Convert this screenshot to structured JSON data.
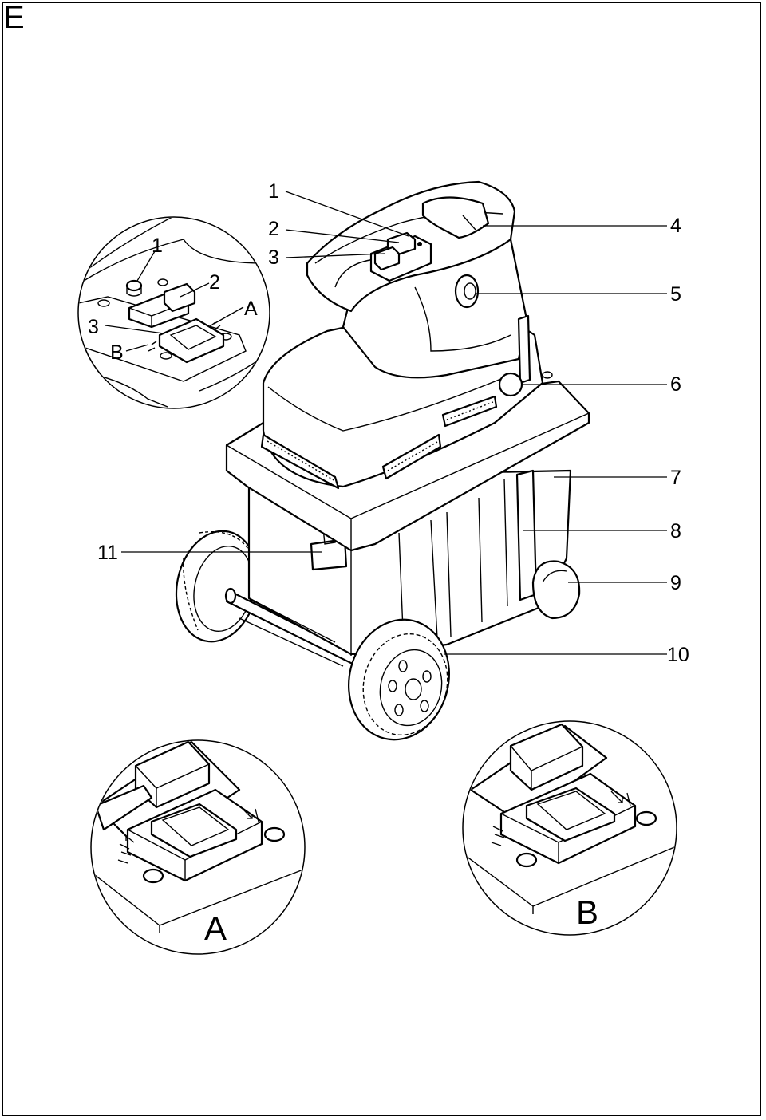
{
  "page": {
    "section_letter": "E"
  },
  "callouts": {
    "c1": "1",
    "c2": "2",
    "c3": "3",
    "c4": "4",
    "c5": "5",
    "c6": "6",
    "c7": "7",
    "c8": "8",
    "c9": "9",
    "c10": "10",
    "c11": "11"
  },
  "inset_top": {
    "c1": "1",
    "c2": "2",
    "c3": "3",
    "a": "A",
    "b": "B"
  },
  "detail_views": {
    "left_label": "A",
    "right_label": "B"
  },
  "colors": {
    "line": "#000000",
    "background": "#ffffff"
  }
}
